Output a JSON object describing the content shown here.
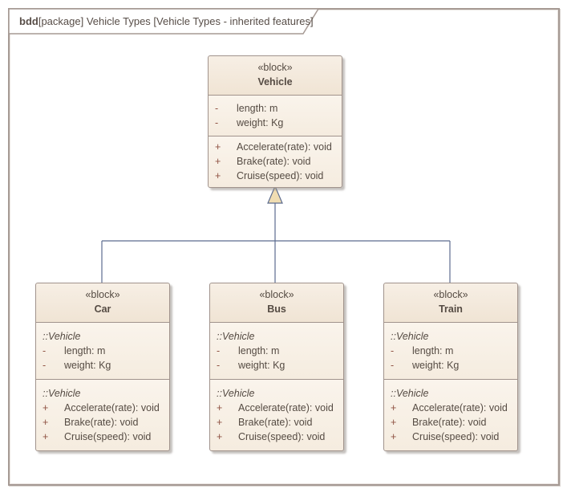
{
  "frame": {
    "tab_keyword": "bdd",
    "tab_text": "[package] Vehicle Types [Vehicle Types - inherited features]"
  },
  "colors": {
    "frame_border": "#a69a94",
    "block_border": "#a1938c",
    "block_header_fill": "#f3e9dc",
    "block_body_fill": "#f8f1e7",
    "text": "#554b43",
    "visibility_marker": "#8f5243",
    "connector": "#5c6c8f",
    "arrowhead_fill": "#f0ddb2"
  },
  "blocks": [
    {
      "id": "vehicle",
      "stereotype": "«block»",
      "name": "Vehicle",
      "attributes": [
        {
          "vis": "-",
          "text": "length: m"
        },
        {
          "vis": "-",
          "text": "weight: Kg"
        }
      ],
      "operations": [
        {
          "vis": "+",
          "text": "Accelerate(rate): void"
        },
        {
          "vis": "+",
          "text": "Brake(rate): void"
        },
        {
          "vis": "+",
          "text": "Cruise(speed): void"
        }
      ]
    },
    {
      "id": "car",
      "stereotype": "«block»",
      "name": "Car",
      "inherited_label": "::Vehicle",
      "attributes": [
        {
          "vis": "-",
          "text": "length: m"
        },
        {
          "vis": "-",
          "text": "weight: Kg"
        }
      ],
      "operations": [
        {
          "vis": "+",
          "text": "Accelerate(rate): void"
        },
        {
          "vis": "+",
          "text": "Brake(rate): void"
        },
        {
          "vis": "+",
          "text": "Cruise(speed): void"
        }
      ]
    },
    {
      "id": "bus",
      "stereotype": "«block»",
      "name": "Bus",
      "inherited_label": "::Vehicle",
      "attributes": [
        {
          "vis": "-",
          "text": "length: m"
        },
        {
          "vis": "-",
          "text": "weight: Kg"
        }
      ],
      "operations": [
        {
          "vis": "+",
          "text": "Accelerate(rate): void"
        },
        {
          "vis": "+",
          "text": "Brake(rate): void"
        },
        {
          "vis": "+",
          "text": "Cruise(speed): void"
        }
      ]
    },
    {
      "id": "train",
      "stereotype": "«block»",
      "name": "Train",
      "inherited_label": "::Vehicle",
      "attributes": [
        {
          "vis": "-",
          "text": "length: m"
        },
        {
          "vis": "-",
          "text": "weight: Kg"
        }
      ],
      "operations": [
        {
          "vis": "+",
          "text": "Accelerate(rate): void"
        },
        {
          "vis": "+",
          "text": "Brake(rate): void"
        },
        {
          "vis": "+",
          "text": "Cruise(speed): void"
        }
      ]
    }
  ],
  "relationships": [
    {
      "type": "generalization",
      "from": "Car",
      "to": "Vehicle"
    },
    {
      "type": "generalization",
      "from": "Bus",
      "to": "Vehicle"
    },
    {
      "type": "generalization",
      "from": "Train",
      "to": "Vehicle"
    }
  ]
}
